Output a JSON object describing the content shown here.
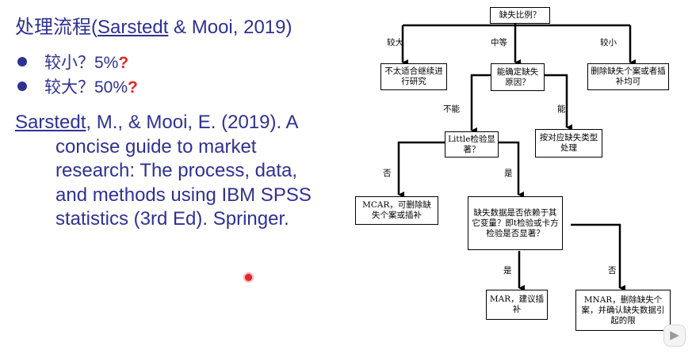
{
  "slide": {
    "title_prefix": "处理流程(",
    "title_link": "Sarstedt",
    "title_suffix": " & Mooi, 2019)",
    "bullets": [
      {
        "text": "较小？5%",
        "mark": "?"
      },
      {
        "text": "较大？50%",
        "mark": "?"
      }
    ],
    "reference": {
      "link": "Sarstedt",
      "first_line_rest": ", M., & Mooi, E. (2019). A",
      "lines": [
        "concise guide to market",
        "research: The process, data,",
        "and methods using IBM SPSS",
        "statistics (3rd Ed). Springer."
      ]
    }
  },
  "flowchart": {
    "nodes": {
      "root": "缺失比例？",
      "left_top": "不太适合继续进行研究",
      "mid_top": "能确定缺失原因？",
      "right_top": "删除缺失个案或者插补均可",
      "little": "Little检验显著？",
      "by_type": "按对应缺失类型处理",
      "mcar": "MCAR，可删除缺失个案或插补",
      "depend": "缺失数据是否依赖于其它变量？即t检验或卡方检验是否显著？",
      "mar": "MAR，建议插补",
      "mnar": "MNAR，删除缺失个案，并确认缺失数据引起的限"
    },
    "edge_labels": {
      "large": "较大",
      "medium": "中等",
      "small": "较小",
      "cannot": "不能",
      "can": "能",
      "no_1": "否",
      "yes_1": "是",
      "yes_2": "是",
      "no_2": "否"
    }
  }
}
